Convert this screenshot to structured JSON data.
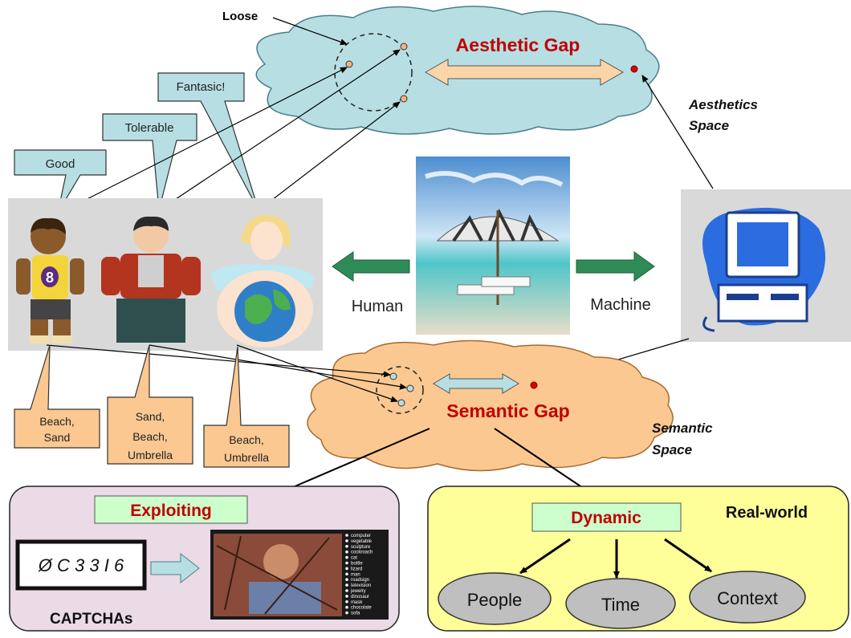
{
  "aesthetic": {
    "loose_label": "Loose",
    "gap_label": "Aesthetic Gap",
    "space_line1": "Aesthetics",
    "space_line2": "Space"
  },
  "semantic": {
    "gap_label": "Semantic Gap",
    "space_line1": "Semantic",
    "space_line2": "Space"
  },
  "opinions": [
    {
      "text": "Good"
    },
    {
      "text": "Tolerable"
    },
    {
      "text": "Fantasic!"
    }
  ],
  "tags": [
    {
      "lines": [
        "Beach,",
        "Sand"
      ]
    },
    {
      "lines": [
        "Sand,",
        "Beach,",
        "Umbrella"
      ]
    },
    {
      "lines": [
        "Beach,",
        "Umbrella"
      ]
    }
  ],
  "center": {
    "human_label": "Human",
    "machine_label": "Machine"
  },
  "people_badge": "8",
  "exploiting": {
    "title": "Exploiting",
    "captcha_label": "CAPTCHAs",
    "captcha_text": "Ø C 3 3 I 6",
    "word_list": [
      "computer",
      "vegetable",
      "sculpture",
      "cockroach",
      "cat",
      "bottle",
      "lizard",
      "man",
      "roadsign",
      "television",
      "jewelry",
      "dinosaur",
      "mask",
      "chocolate",
      "sofa"
    ]
  },
  "realworld": {
    "dynamic_label": "Dynamic",
    "realworld_label": "Real-world",
    "ellipses": [
      "People",
      "Time",
      "Context"
    ]
  },
  "colors": {
    "cloud_aesthetic": "#b7dfe3",
    "cloud_semantic": "#fbc891",
    "accent_red": "#c00000",
    "arrow_green": "#2e8b57",
    "exploit_bg": "#eadbe6",
    "realworld_bg": "#ffff99"
  }
}
